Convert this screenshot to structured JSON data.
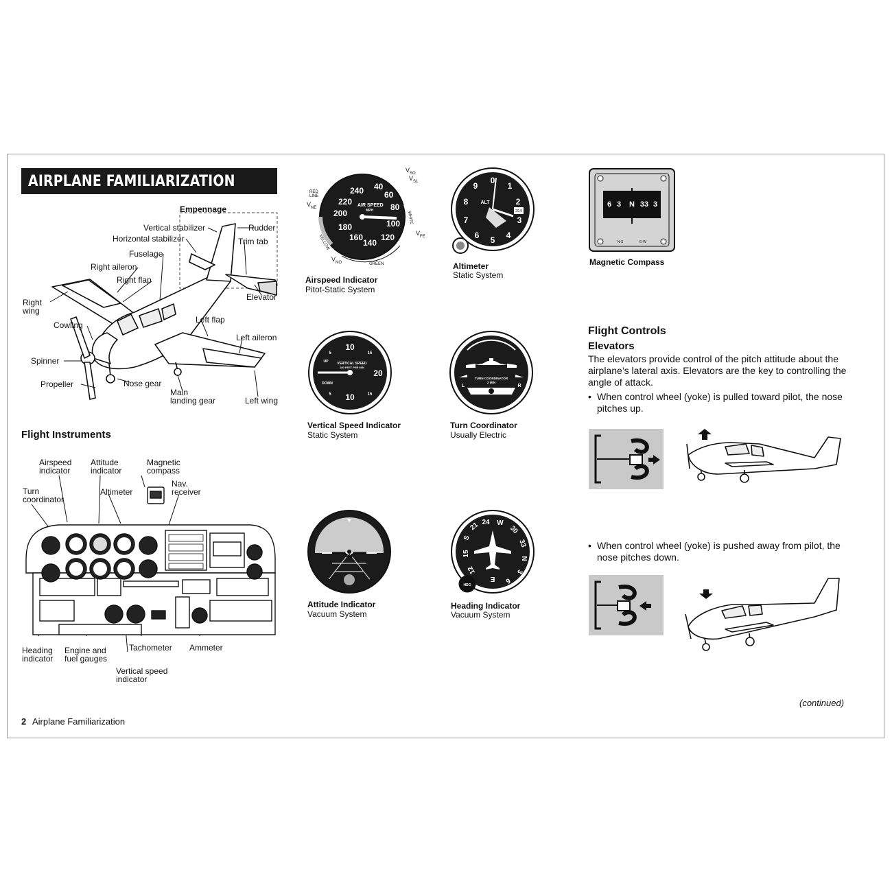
{
  "header": {
    "title": "AIRPLANE FAMILIARIZATION"
  },
  "airplane_labels": {
    "empennage": "Empennage",
    "vertical_stabilizer": "Vertical stabilizer",
    "rudder": "Rudder",
    "horizontal_stabilizer": "Horizontal stabilizer",
    "trim_tab": "Trim tab",
    "fuselage": "Fuselage",
    "right_aileron": "Right aileron",
    "right_flap": "Right flap",
    "elevator": "Elevator",
    "right_wing_1": "Right",
    "right_wing_2": "wing",
    "cowling": "Cowling",
    "left_flap": "Left flap",
    "left_aileron": "Left aileron",
    "spinner": "Spinner",
    "propeller": "Propeller",
    "nose_gear": "Nose gear",
    "main_landing_gear_1": "Main",
    "main_landing_gear_2": "landing gear",
    "left_wing": "Left wing"
  },
  "flight_instruments": {
    "heading": "Flight Instruments",
    "labels": {
      "airspeed_indicator_1": "Airspeed",
      "airspeed_indicator_2": "indicator",
      "attitude_indicator_1": "Attitude",
      "attitude_indicator_2": "indicator",
      "magnetic_compass_1": "Magnetic",
      "magnetic_compass_2": "compass",
      "turn_coordinator_1": "Turn",
      "turn_coordinator_2": "coordinator",
      "altimeter": "Altimeter",
      "nav_receiver_1": "Nav.",
      "nav_receiver_2": "receiver",
      "heading_indicator_1": "Heading",
      "heading_indicator_2": "indicator",
      "engine_fuel_1": "Engine and",
      "engine_fuel_2": "fuel gauges",
      "tachometer": "Tachometer",
      "ammeter": "Ammeter",
      "vsi_1": "Vertical speed",
      "vsi_2": "indicator"
    }
  },
  "instruments": {
    "airspeed": {
      "title": "Airspeed Indicator",
      "subtitle": "Pitot-Static System",
      "face_label_1": "AIR SPEED",
      "face_label_2": "MPH",
      "ticks": [
        "40",
        "60",
        "80",
        "100",
        "120",
        "140",
        "160",
        "180",
        "200",
        "220",
        "240"
      ],
      "marks": {
        "red_line_1": "RED",
        "red_line_2": "LINE",
        "vne": "V",
        "vne_sub": "NE",
        "vno": "V",
        "vno_sub": "NO",
        "vso": "V",
        "vso_sub": "SO",
        "vs1": "V",
        "vs1_sub": "S1",
        "vfe": "V",
        "vfe_sub": "FE",
        "yellow": "YELLOW",
        "green": "GREEN",
        "white": "WHITE"
      }
    },
    "altimeter": {
      "title": "Altimeter",
      "subtitle": "Static System",
      "face_label": "ALT",
      "ticks": [
        "0",
        "1",
        "2",
        "3",
        "4",
        "5",
        "6",
        "7",
        "8",
        "9"
      ],
      "kollsman": "29.9"
    },
    "compass": {
      "title": "Magnetic Compass",
      "card": [
        "6",
        "3",
        "N",
        "33",
        "3"
      ],
      "small_1": "N-S",
      "small_2": "E-W"
    },
    "vsi": {
      "title": "Vertical Speed Indicator",
      "subtitle": "Static System",
      "face_label_1": "VERTICAL SPEED",
      "face_label_2": "100 FEET PER MIN",
      "up": "UP",
      "down": "DOWN",
      "ticks": [
        "10",
        "20",
        "10",
        "5",
        "15",
        "5",
        "15"
      ]
    },
    "turn": {
      "title": "Turn Coordinator",
      "subtitle": "Usually Electric",
      "face_label_1": "TURN COORDINATOR",
      "face_label_2": "2 MIN",
      "left": "L",
      "right": "R"
    },
    "attitude": {
      "title": "Attitude Indicator",
      "subtitle": "Vacuum System"
    },
    "heading": {
      "title": "Heading Indicator",
      "subtitle": "Vacuum System",
      "ticks": [
        "24",
        "W",
        "30",
        "33",
        "N",
        "3",
        "6",
        "E",
        "12",
        "15",
        "S",
        "21"
      ],
      "knob": "HDG"
    }
  },
  "flight_controls": {
    "heading": "Flight Controls",
    "subheading": "Elevators",
    "paragraph": "The elevators provide control of the pitch attitude about the airplane’s lateral axis. Elevators are the key to controlling the angle of attack.",
    "bullet_1": "When control wheel (yoke) is pulled toward pilot, the nose pitches up.",
    "bullet_2": "When control wheel (yoke) is pushed away from pilot, the nose pitches down.",
    "bullet_char": "•"
  },
  "footer": {
    "continued": "(continued)",
    "page_number": "2",
    "section": "Airplane Familiarization"
  },
  "colors": {
    "title_bar": "#1a1a1a",
    "panel_gray": "#c9c9c9",
    "instrument_face": "#1b1b1b"
  }
}
